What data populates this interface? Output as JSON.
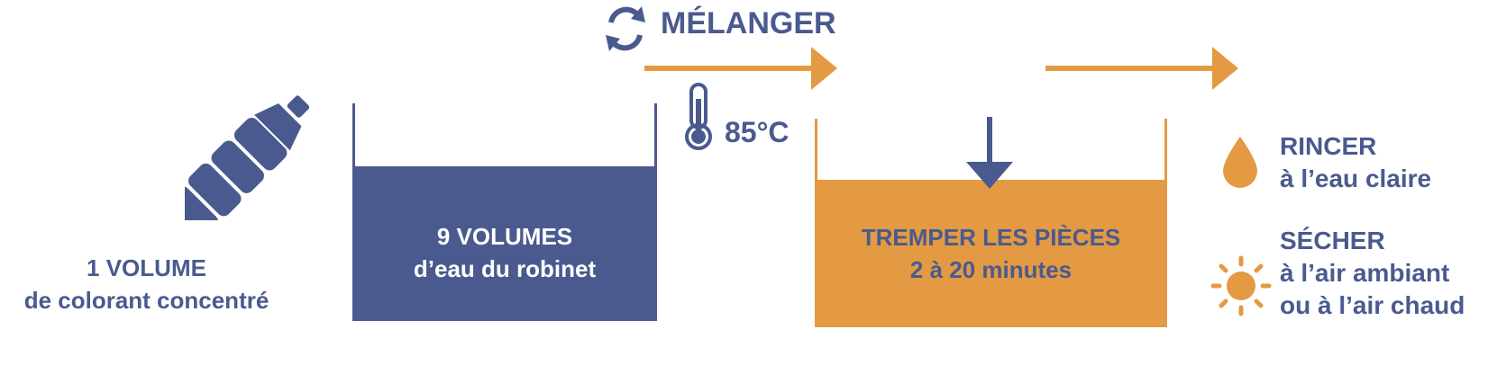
{
  "colors": {
    "blue": "#4a5a8f",
    "orange": "#e39a42",
    "white": "#ffffff"
  },
  "icons": {
    "bottle": "bottle-icon",
    "mix": "refresh-cycle-icon",
    "thermometer": "thermometer-icon",
    "down_arrow": "down-arrow-icon",
    "flow_arrow": "right-arrow-icon",
    "drop": "water-drop-icon",
    "sun": "sun-icon"
  },
  "step_dye": {
    "line1": "1 VOLUME",
    "line2": "de colorant concentré"
  },
  "step_water": {
    "line1": "9 VOLUMES",
    "line2": "d’eau du robinet"
  },
  "mix": {
    "label": "MÉLANGER"
  },
  "temperature": {
    "label": "85°C"
  },
  "soak": {
    "line1": "TREMPER LES PIÈCES",
    "line2": "2 à 20 minutes"
  },
  "rinse": {
    "title": "RINCER",
    "detail": "à l’eau claire"
  },
  "dry": {
    "title": "SÉCHER",
    "line1": "à l’air ambiant",
    "line2": "ou à l’air chaud"
  }
}
